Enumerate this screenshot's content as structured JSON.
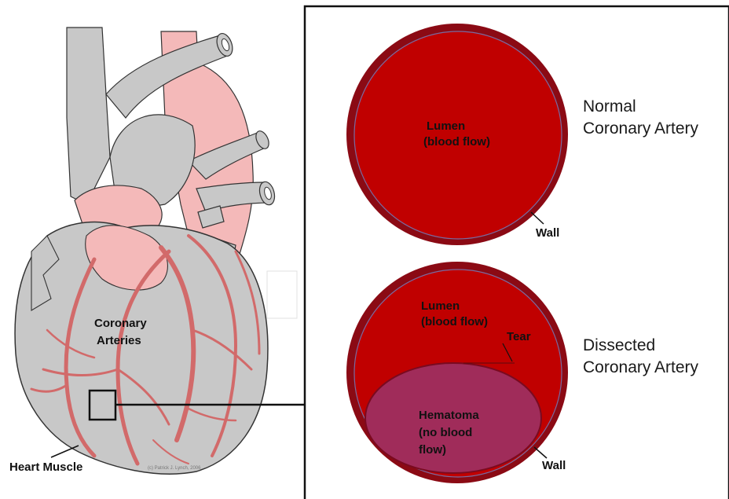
{
  "heart": {
    "coronary_label_line1": "Coronary",
    "coronary_label_line2": "Arteries",
    "heart_muscle_label": "Heart Muscle",
    "credit": "(c) Patrick J. Lynch, 2006"
  },
  "normal": {
    "lumen_line1": "Lumen",
    "lumen_line2": "(blood flow)",
    "wall_label": "Wall",
    "title_line1": "Normal",
    "title_line2": "Coronary Artery"
  },
  "dissected": {
    "lumen_line1": "Lumen",
    "lumen_line2": "(blood flow)",
    "tear_label": "Tear",
    "hematoma_line1": "Hematoma",
    "hematoma_line2": "(no blood",
    "hematoma_line3": "flow)",
    "wall_label": "Wall",
    "title_line1": "Dissected",
    "title_line2": "Coronary Artery"
  },
  "colors": {
    "wall": "#8b0a14",
    "lumen": "#c00000",
    "hematoma": "#a02c5a",
    "heart_gray": "#c8c8c8",
    "heart_pink": "#f4b9b9",
    "artery_red": "#d26a6a"
  }
}
